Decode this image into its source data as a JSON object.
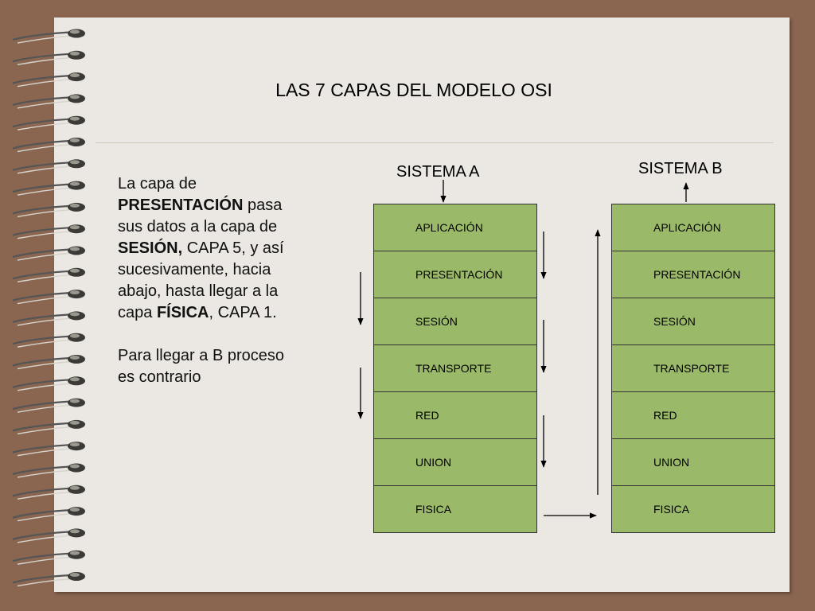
{
  "title": "LAS 7 CAPAS DEL MODELO OSI",
  "description": {
    "p1": [
      {
        "text": "La capa de ",
        "bold": false
      },
      {
        "text": "PRESENTACIÓN",
        "bold": true
      },
      {
        "text": " pasa sus datos a la  capa de ",
        "bold": false
      },
      {
        "text": "SESIÓN,",
        "bold": true
      },
      {
        "text": " CAPA 5, y así sucesivamente, hacia abajo, hasta llegar a la capa ",
        "bold": false
      },
      {
        "text": "FÍSICA",
        "bold": true
      },
      {
        "text": ", CAPA 1.",
        "bold": false
      }
    ],
    "p2": "Para llegar a B proceso es contrario"
  },
  "system_a": {
    "label": "SISTEMA A",
    "layers": [
      "APLICACIÓN",
      "PRESENTACIÓN",
      "SESIÓN",
      "TRANSPORTE",
      "RED",
      "UNION",
      "FISICA"
    ]
  },
  "system_b": {
    "label": "SISTEMA B",
    "layers": [
      "APLICACIÓN",
      "PRESENTACIÓN",
      "SESIÓN",
      "TRANSPORTE",
      "RED",
      "UNION",
      "FISICA"
    ]
  },
  "colors": {
    "layer_fill": "#9bba69",
    "paper": "#ebe7e3",
    "background": "#8a6650"
  }
}
